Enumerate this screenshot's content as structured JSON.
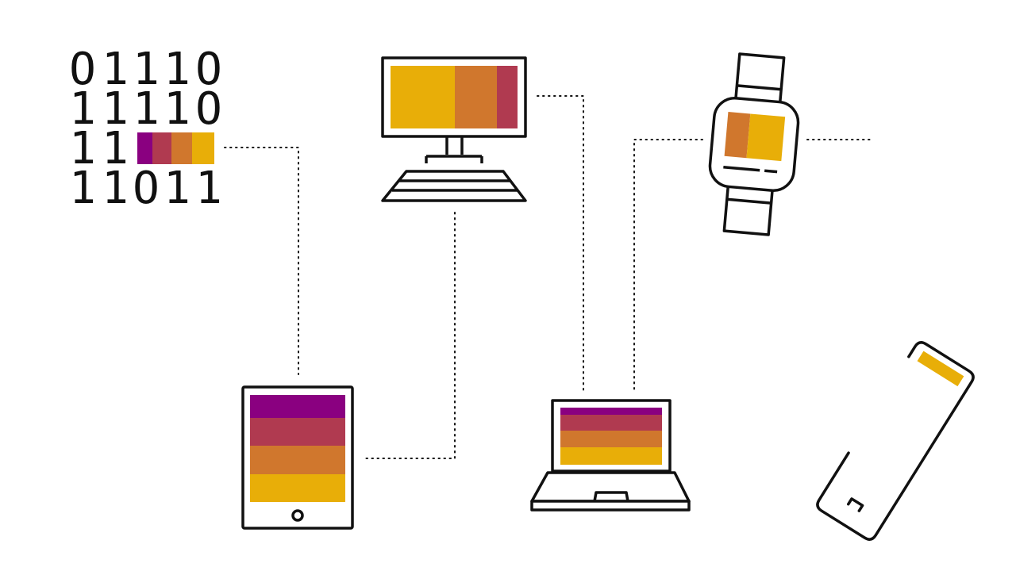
{
  "colors": {
    "purple": "#8a0080",
    "crimson": "#b03a50",
    "orange": "#d0772d",
    "gold": "#e8ae08",
    "stroke": "#111111",
    "background": "#ffffff"
  },
  "binary": {
    "row1": [
      "O",
      "1",
      "1",
      "1",
      "O"
    ],
    "row2": [
      "1",
      "1",
      "1",
      "1",
      "O"
    ],
    "row3": [
      "1",
      "1"
    ],
    "row4": [
      "1",
      "1",
      "O",
      "1",
      "1"
    ]
  },
  "devices": {
    "binary_strip": {
      "icon": "data-strip-icon"
    },
    "desktop": {
      "icon": "desktop-computer-icon"
    },
    "watch": {
      "icon": "smartwatch-icon"
    },
    "tablet": {
      "icon": "tablet-icon"
    },
    "laptop": {
      "icon": "laptop-icon"
    },
    "phone": {
      "icon": "smartphone-icon"
    }
  }
}
